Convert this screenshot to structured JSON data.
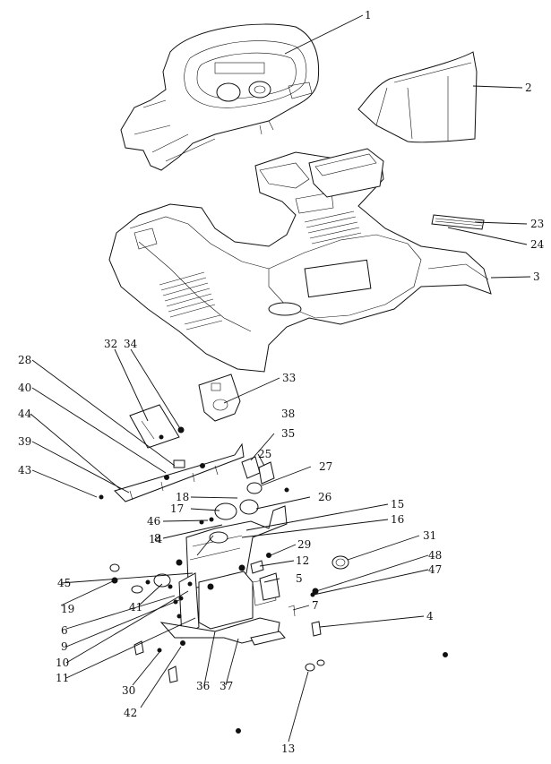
{
  "callouts": [
    "1",
    "2",
    "3",
    "4",
    "5",
    "6",
    "7",
    "8",
    "9",
    "10",
    "11",
    "12",
    "13",
    "14",
    "15",
    "16",
    "17",
    "18",
    "19",
    "23",
    "24",
    "25",
    "26",
    "27",
    "28",
    "29",
    "30",
    "31",
    "32",
    "33",
    "34",
    "35",
    "36",
    "37",
    "38",
    "39",
    "40",
    "41",
    "42",
    "43",
    "44",
    "45",
    "46",
    "47",
    "48"
  ]
}
